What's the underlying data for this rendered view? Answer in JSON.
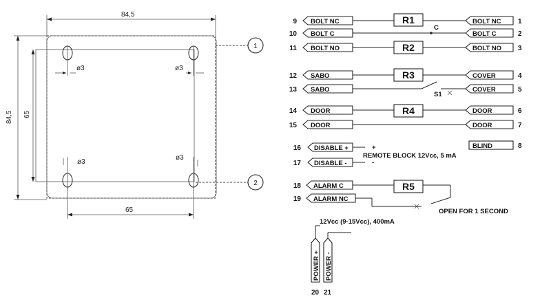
{
  "mounting": {
    "dim_width": "84,5",
    "dim_height": "84,5",
    "dim_inner_v": "65",
    "dim_inner_h": "65",
    "hole_tl": "ø3",
    "hole_tr": "ø3",
    "hole_bl": "ø3",
    "hole_br": "ø3",
    "callout_1": "1",
    "callout_2": "2"
  },
  "terminals": {
    "t9": {
      "num": "9",
      "label": "BOLT NC"
    },
    "t10": {
      "num": "10",
      "label": "BOLT C"
    },
    "t11": {
      "num": "11",
      "label": "BOLT NO"
    },
    "t12": {
      "num": "12",
      "label": "SABO"
    },
    "t13": {
      "num": "13",
      "label": "SABO"
    },
    "t14": {
      "num": "14",
      "label": "DOOR"
    },
    "t15": {
      "num": "15",
      "label": "DOOR"
    },
    "t16": {
      "num": "16",
      "label": "DISABLE +"
    },
    "t17": {
      "num": "17",
      "label": "DISABLE -"
    },
    "t18": {
      "num": "18",
      "label": "ALARM C"
    },
    "t19": {
      "num": "19",
      "label": "ALARM NC"
    },
    "t1": {
      "num": "1",
      "label": "BOLT NC"
    },
    "t2": {
      "num": "2",
      "label": "BOLT C"
    },
    "t3": {
      "num": "3",
      "label": "BOLT NO"
    },
    "t4": {
      "num": "4",
      "label": "COVER"
    },
    "t5": {
      "num": "5",
      "label": "COVER"
    },
    "t6": {
      "num": "6",
      "label": "DOOR"
    },
    "t7": {
      "num": "7",
      "label": "DOOR"
    },
    "t8": {
      "num": "8",
      "label": "BLIND"
    },
    "t20": {
      "num": "20",
      "label": "POWER +"
    },
    "t21": {
      "num": "21",
      "label": "POWER -"
    }
  },
  "relays": {
    "r1": "R1",
    "r2": "R2",
    "r3": "R3",
    "r4": "R4",
    "r5": "R5"
  },
  "notes": {
    "c_mark": "C",
    "s1": "S1",
    "plus": "+",
    "minus": "-",
    "remote_block": "REMOTE BLOCK 12Vcc, 5 mA",
    "open_1s": "OPEN FOR 1 SECOND",
    "power_spec": "12Vcc (9-15Vcc), 400mA"
  }
}
